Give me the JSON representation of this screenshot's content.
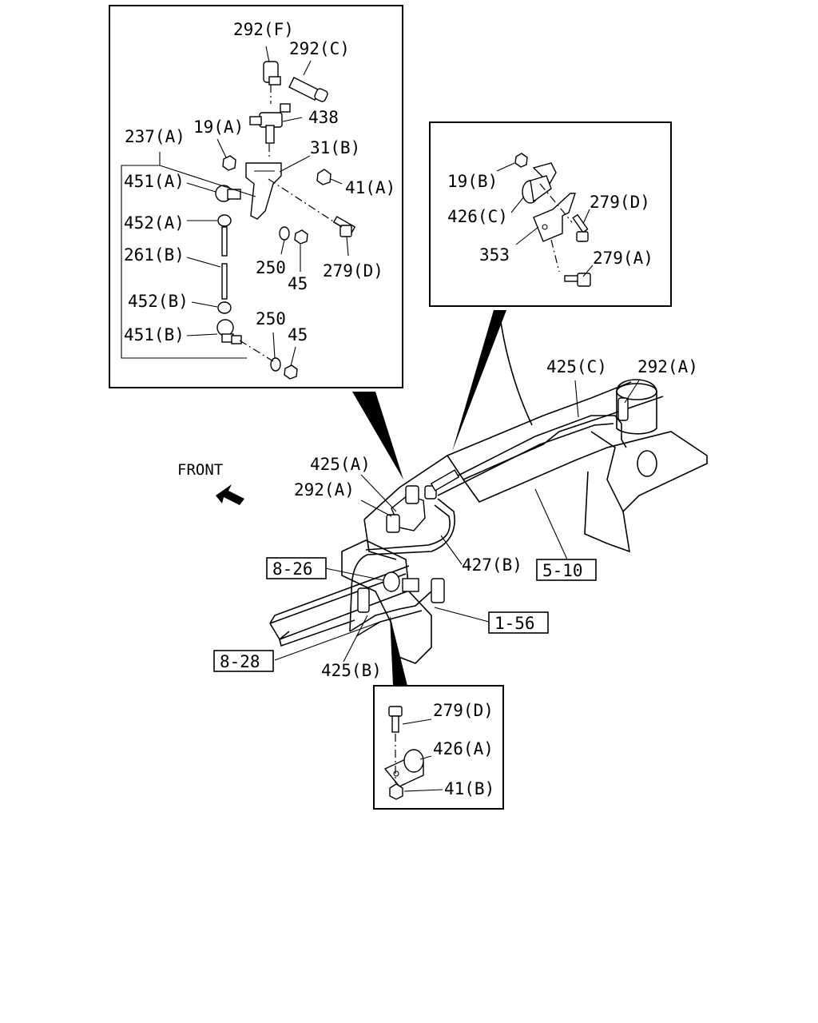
{
  "labels": {
    "l292F": "292(F)",
    "l292C": "292(C)",
    "l438": "438",
    "l19A": "19(A)",
    "l237A": "237(A)",
    "l31B": "31(B)",
    "l451A": "451(A)",
    "l41A": "41(A)",
    "l452A": "452(A)",
    "l261B": "261(B)",
    "l250a": "250",
    "l45a": "45",
    "l279Da": "279(D)",
    "l452B": "452(B)",
    "l451B": "451(B)",
    "l250b": "250",
    "l45b": "45",
    "l19B": "19(B)",
    "l426C": "426(C)",
    "l279Db": "279(D)",
    "l353": "353",
    "l279A": "279(A)",
    "l425C": "425(C)",
    "l292Aa": "292(A)",
    "front": "FRONT",
    "l425A": "425(A)",
    "l292Ab": "292(A)",
    "l427B": "427(B)",
    "l425B": "425(B)",
    "l279Dc": "279(D)",
    "l426A": "426(A)",
    "l41B": "41(B)"
  },
  "refs": {
    "r826": "8-26",
    "r510": "5-10",
    "r156": "1-56",
    "r828": "8-28"
  }
}
